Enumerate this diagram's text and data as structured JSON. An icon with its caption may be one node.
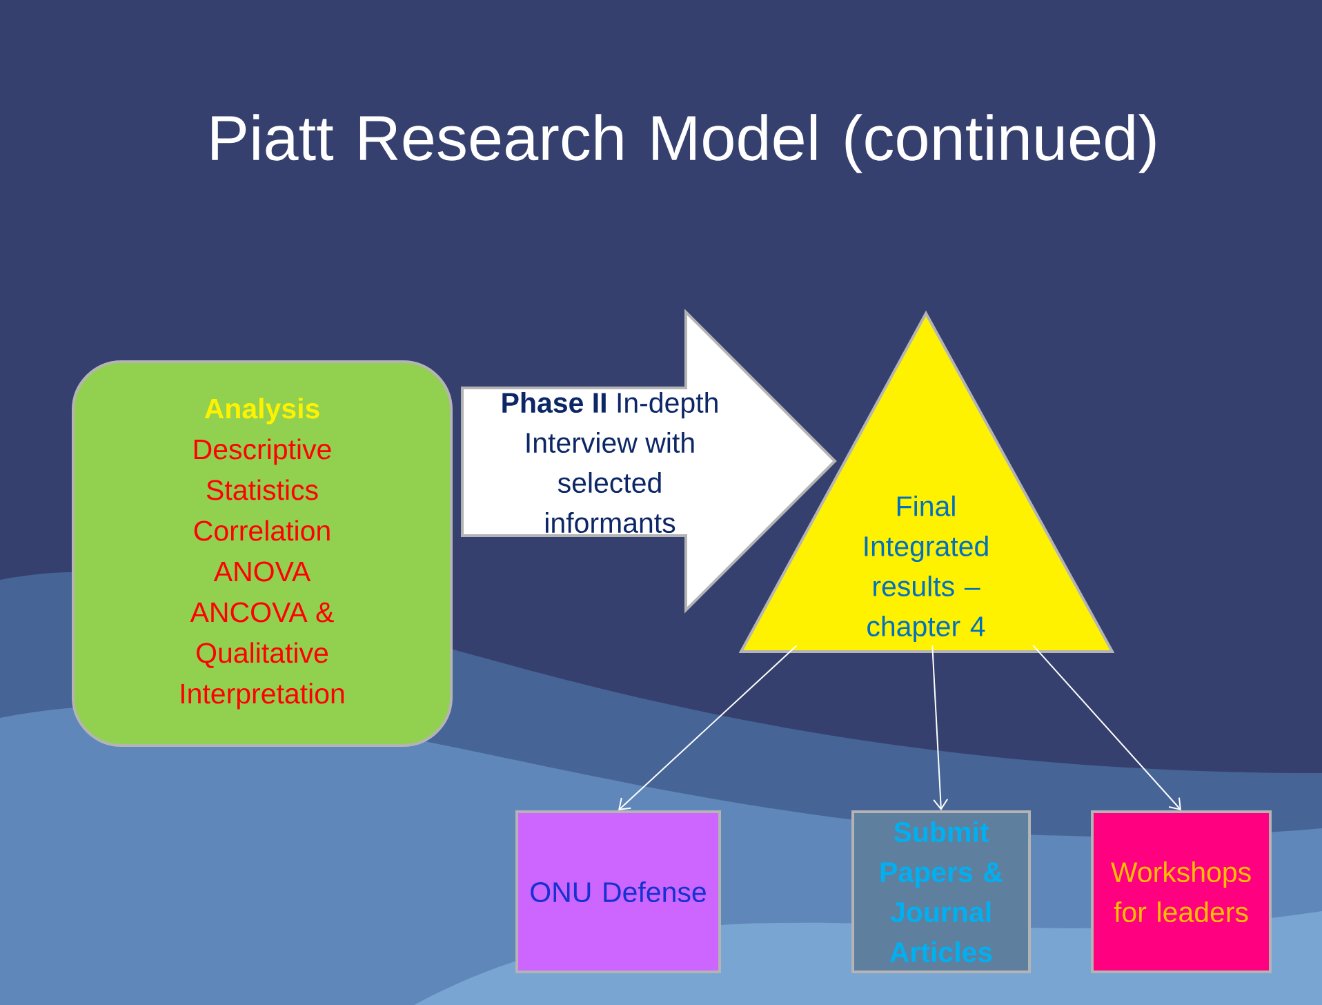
{
  "diagram": {
    "title": "Piatt Research Model (continued)",
    "nodes": [
      {
        "text": [
          "Analysis",
          "Descriptive Statistics",
          "Correlation",
          "ANOVA",
          "ANCOVA & Qualitative Interpretation"
        ]
      },
      {
        "text": [
          "Final Integrated results – chapter 4"
        ]
      },
      {
        "text": [
          "ONU Defense"
        ]
      },
      {
        "text": [
          "Submit Papers & Journal Articles"
        ]
      },
      {
        "text": [
          "Workshops for leaders"
        ]
      }
    ],
    "edges": [
      {
        "from": 0,
        "to": 1,
        "arrow": "to",
        "label": "**Phase II** In-depth Interview with selected informants"
      },
      {
        "from": 1,
        "to": 2,
        "arrow": "to"
      },
      {
        "from": 1,
        "to": 3,
        "arrow": "to"
      },
      {
        "from": 1,
        "to": 4,
        "arrow": "to"
      }
    ]
  }
}
